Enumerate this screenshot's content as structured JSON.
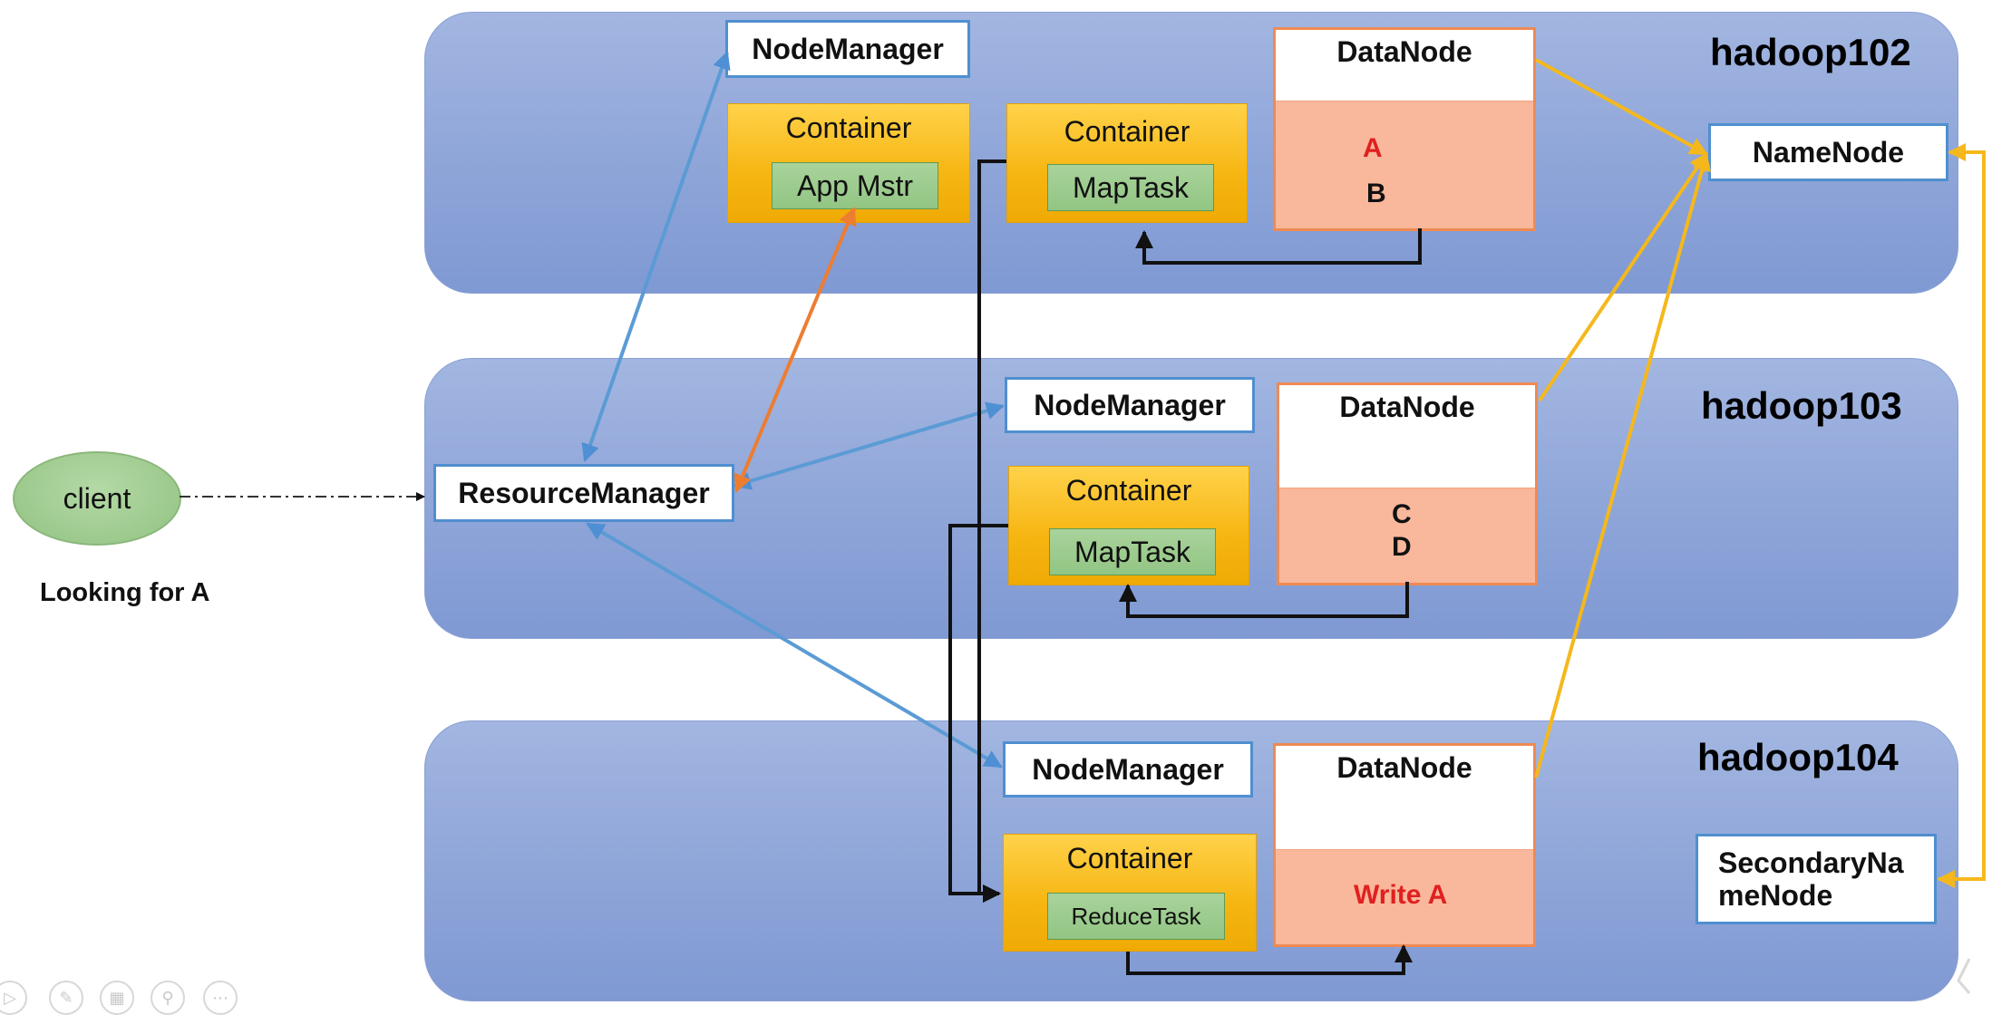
{
  "client": {
    "label": "client",
    "caption": "Looking for A"
  },
  "resource_manager": {
    "label": "ResourceManager"
  },
  "name_node": {
    "label": "NameNode"
  },
  "secondary_name_node": {
    "label_line1": "SecondaryNa",
    "label_line2": "meNode"
  },
  "hosts": [
    {
      "name": "hadoop102",
      "node_manager": "NodeManager",
      "containers": [
        {
          "title": "Container",
          "task": "App Mstr"
        },
        {
          "title": "Container",
          "task": "MapTask"
        }
      ],
      "data_node": {
        "title": "DataNode",
        "blocks": [
          {
            "text": "A",
            "color": "#e02020"
          },
          {
            "text": "B",
            "color": "#111111"
          }
        ]
      }
    },
    {
      "name": "hadoop103",
      "node_manager": "NodeManager",
      "containers": [
        {
          "title": "Container",
          "task": "MapTask"
        }
      ],
      "data_node": {
        "title": "DataNode",
        "blocks": [
          {
            "text": "C",
            "color": "#111111"
          },
          {
            "text": "D",
            "color": "#111111"
          }
        ]
      }
    },
    {
      "name": "hadoop104",
      "node_manager": "NodeManager",
      "containers": [
        {
          "title": "Container",
          "task": "ReduceTask"
        }
      ],
      "data_node": {
        "title": "DataNode",
        "blocks": [
          {
            "text": "Write A",
            "color": "#e02020"
          }
        ]
      }
    }
  ],
  "colors": {
    "host_fill": "#8ea5d8",
    "container_fill": "#f6b511",
    "task_fill": "#a9d39b",
    "datanode_border": "#ef8a52",
    "block_fill": "#f9b79b",
    "blue_arrow": "#5b9bd5",
    "orange_arrow": "#ed7d31",
    "gold_arrow": "#f5b81c"
  },
  "presentation_controls": [
    "play-icon",
    "pen-icon",
    "slides-icon",
    "zoom-icon",
    "more-icon"
  ]
}
